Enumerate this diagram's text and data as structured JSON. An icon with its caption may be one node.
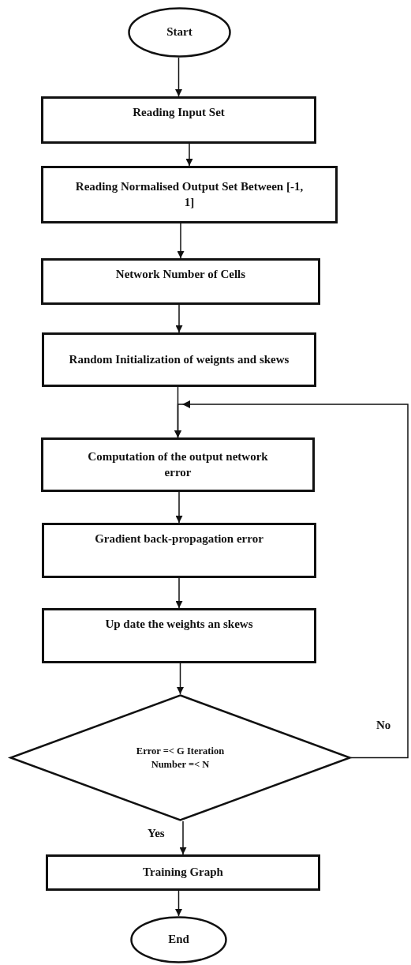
{
  "diagram": {
    "nodes": [
      {
        "text": [
          "Start"
        ]
      },
      {
        "text": [
          "Reading Input Set"
        ]
      },
      {
        "text": [
          "Reading Normalised Output Set Between [-1, 1]"
        ]
      },
      {
        "text": [
          "Network Number of Cells"
        ]
      },
      {
        "text": [
          "Random Initialization of weignts and skews"
        ]
      },
      {
        "text": [
          "Computation of the output network error"
        ]
      },
      {
        "text": [
          "Gradient back-propagation error"
        ]
      },
      {
        "text": [
          "Up date the weights an skews"
        ]
      },
      {
        "text": [
          "Error =< G Iteration Number =< N"
        ]
      },
      {
        "text": [
          "Training Graph"
        ]
      },
      {
        "text": [
          "End"
        ]
      }
    ],
    "edges": [
      {
        "from": 0,
        "to": 1,
        "arrow": "to"
      },
      {
        "from": 1,
        "to": 2,
        "arrow": "to"
      },
      {
        "from": 2,
        "to": 3,
        "arrow": "to"
      },
      {
        "from": 3,
        "to": 4,
        "arrow": "to"
      },
      {
        "from": 4,
        "to": 5,
        "arrow": "to"
      },
      {
        "from": 5,
        "to": 6,
        "arrow": "to"
      },
      {
        "from": 6,
        "to": 7,
        "arrow": "to"
      },
      {
        "from": 7,
        "to": 8,
        "arrow": "to"
      },
      {
        "from": 8,
        "to": 5,
        "arrow": "to",
        "label": "No"
      },
      {
        "from": 8,
        "to": 9,
        "arrow": "to",
        "label": "Yes"
      },
      {
        "from": 9,
        "to": 10,
        "arrow": "to"
      }
    ]
  }
}
